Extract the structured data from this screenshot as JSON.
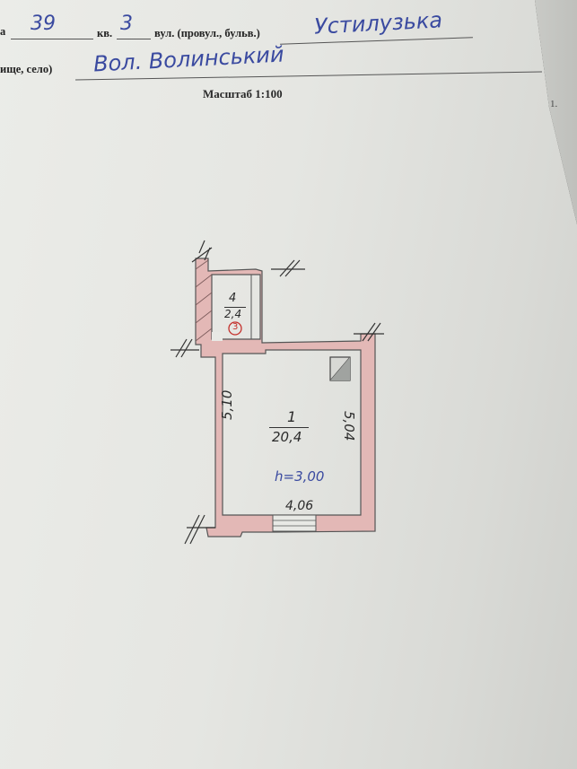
{
  "header": {
    "fragment_left": "а",
    "house_number": "39",
    "apartment_label": "кв.",
    "apartment_number": "3",
    "street_label": "вул. (провул., бульв.)",
    "street_name": "Устилузька",
    "locality_label": "ище, село)",
    "locality_name": "Вол. Волинський",
    "side_mark": "1."
  },
  "scale": "Масштаб 1:100",
  "plan": {
    "room_small": {
      "number": "4",
      "area": "2,4",
      "circle_label": "3"
    },
    "room_main": {
      "number": "1",
      "area": "20,4"
    },
    "dimensions": {
      "left_wall": "5,10",
      "right_wall": "5,04",
      "bottom_wall": "4,06",
      "height": "h=3,00"
    }
  },
  "colors": {
    "ink_blue": "#3a4aa0",
    "wall_fill": "#e3b8b6",
    "wall_stroke": "#555555",
    "circle_red": "#c4302b"
  }
}
